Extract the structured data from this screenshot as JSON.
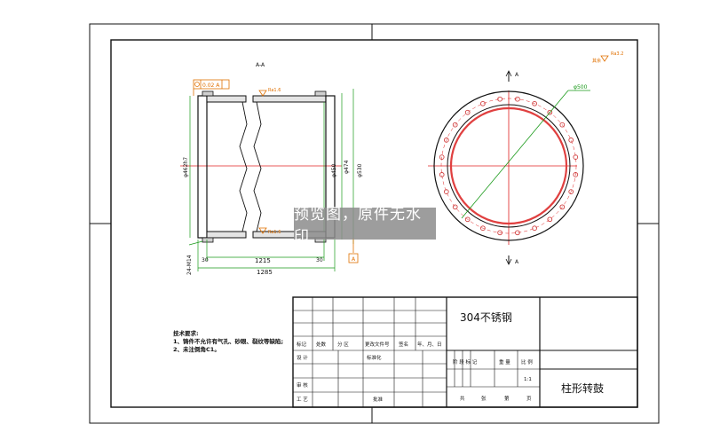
{
  "drawing": {
    "section_label": "A-A",
    "view_arrow_label": "A",
    "flatness_callout": "0.02 A",
    "datum_label": "A",
    "roughness_label": "Ra1.6",
    "roughness_general": "Ra3.2",
    "dimensions": {
      "outer_diameter_vert": "φ462h7",
      "bore_diameter": "φ450",
      "diameter_474": "φ474",
      "diameter_530": "φ530",
      "flange_thickness_left": "30",
      "flange_thickness_right": "30",
      "inner_length": "1215",
      "overall_length": "1285",
      "holes": "24-M14",
      "pcd": "φ500"
    }
  },
  "technical_requirements": {
    "title": "技术要求:",
    "line1": "1、铸件不允许有气孔、砂眼、裂纹等缺陷;",
    "line2": "2、未注倒角C1。"
  },
  "title_block": {
    "material": "304不锈钢",
    "part_name": "柱形转鼓",
    "header_row": [
      "标记",
      "处数",
      "分 区",
      "更改文件号",
      "签名",
      "年、月、日"
    ],
    "design_label": "设 计",
    "standard_label": "标准化",
    "review_label": "审 核",
    "process_label": "工 艺",
    "approve_label": "批准",
    "stage_labels": [
      "阶 段 标 记",
      "重 量",
      "比 例"
    ],
    "scale": "1:1",
    "sheet_labels": [
      "共",
      "张",
      "第",
      "页"
    ]
  },
  "watermark": "预览图，原件无水印",
  "colors": {
    "line": "#111111",
    "dimension": "#1a9a1a",
    "center": "#e02020",
    "annotation": "#e07000",
    "hole": "#d04040"
  }
}
